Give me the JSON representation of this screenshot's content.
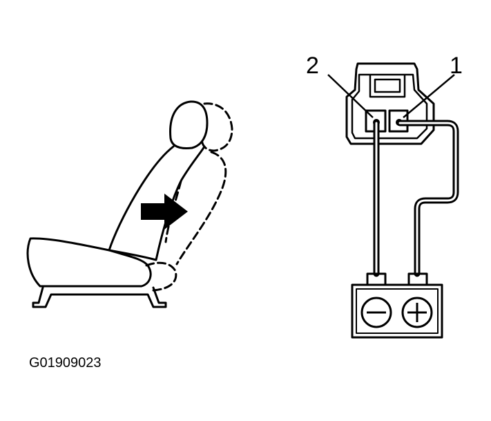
{
  "labels": {
    "terminal_2": "2",
    "terminal_1": "1",
    "figure_id": "G01909023"
  },
  "colors": {
    "line": "#000000",
    "background": "#ffffff"
  },
  "icons": {
    "seat": "seat-outline-icon",
    "seat_moved": "seat-dashed-outline-icon",
    "arrow": "arrow-right-icon",
    "connector": "connector-icon",
    "battery": "battery-icon",
    "minus": "minus-circle-icon",
    "plus": "plus-circle-icon"
  }
}
